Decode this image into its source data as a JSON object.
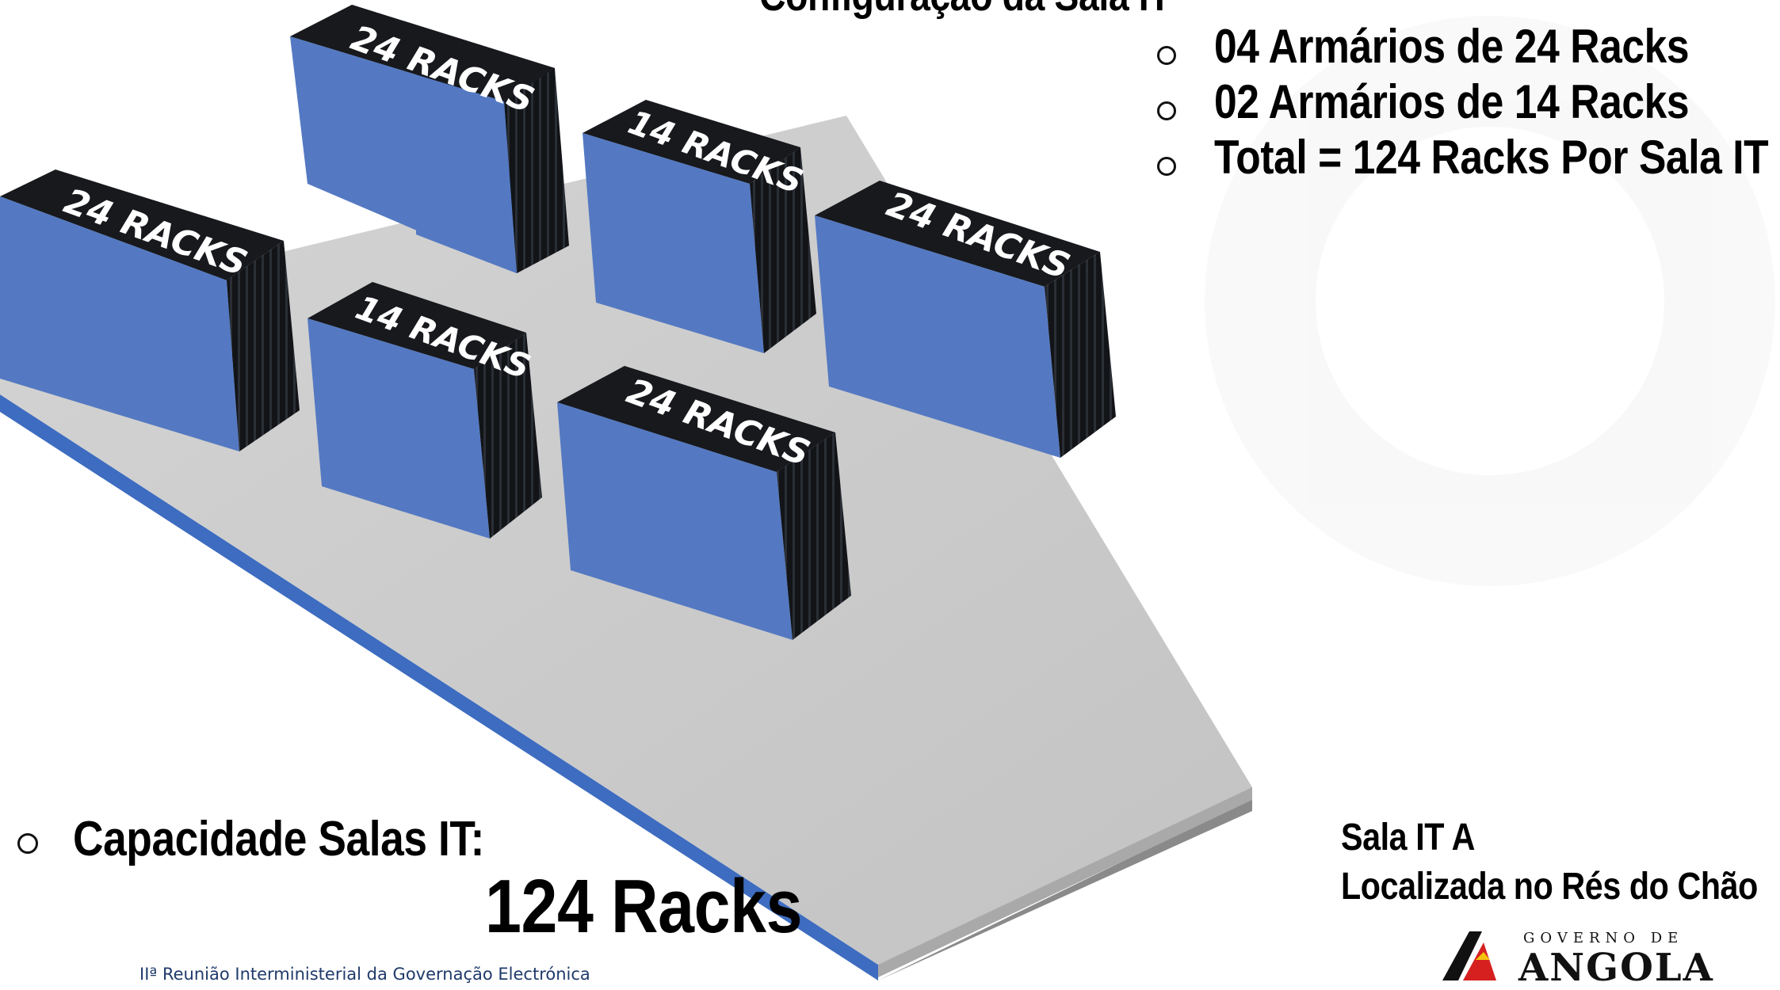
{
  "header": {
    "title_cut": "Configuração da Sala IT"
  },
  "legend": {
    "items": [
      "04 Armários de 24 Racks",
      "02 Armários de 14 Racks",
      "Total = 124 Racks Por Sala IT"
    ]
  },
  "cabinets": [
    {
      "label": "24 RACKS",
      "racks": 24
    },
    {
      "label": "14 RACKS",
      "racks": 14
    },
    {
      "label": "24 RACKS",
      "racks": 24
    },
    {
      "label": "24 RACKS",
      "racks": 24
    },
    {
      "label": "14 RACKS",
      "racks": 14
    },
    {
      "label": "24 RACKS",
      "racks": 24
    }
  ],
  "capacity": {
    "label": "Capacidade Salas IT:",
    "value": "124 Racks"
  },
  "room": {
    "name": "Sala IT A",
    "location": "Localizada no Rés do Chão"
  },
  "footer": {
    "text": "IIª Reunião Interministerial da Governação Electrónica"
  },
  "logo": {
    "line1": "GOVERNO DE",
    "line2": "ANGOLA"
  },
  "colors": {
    "cabinet_front": "#5479c2",
    "cabinet_dark": "#121418",
    "floor": "#cbcbcb",
    "floor_edge": "#3d6cc0"
  }
}
